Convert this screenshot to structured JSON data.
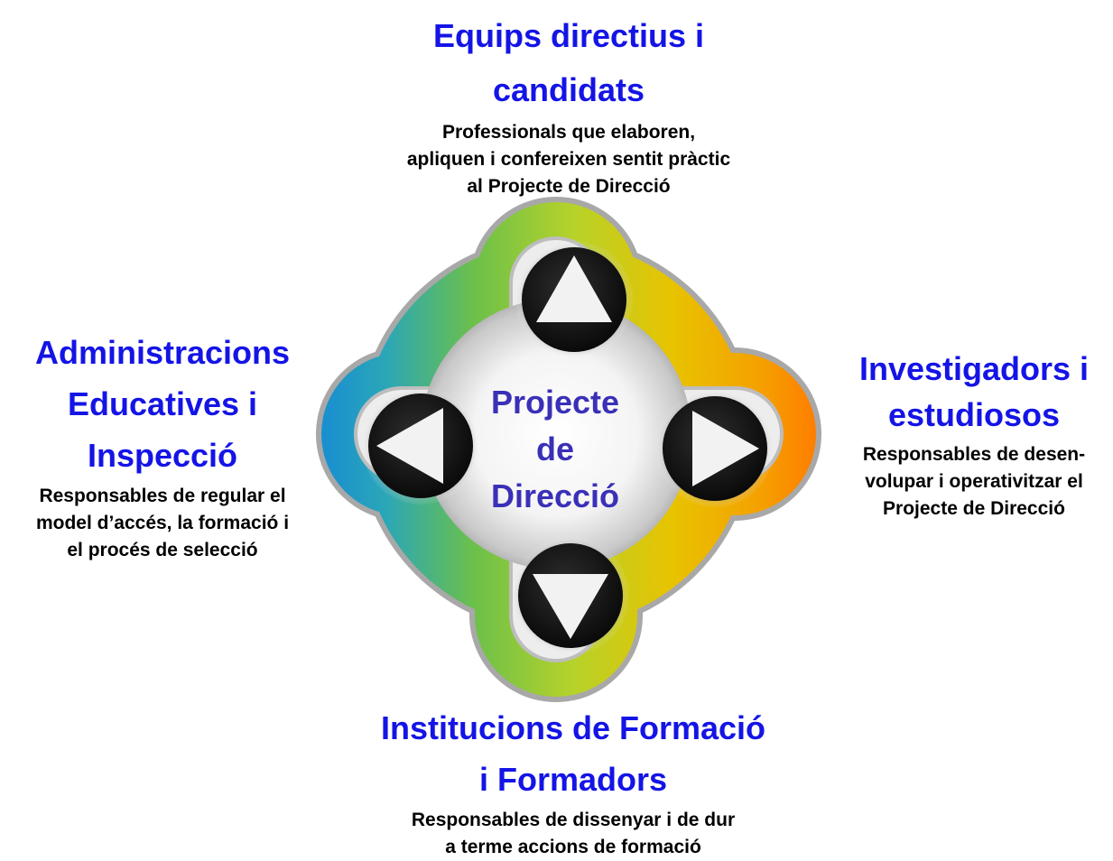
{
  "center": {
    "lines": [
      "Projecte",
      "de",
      "Direcció"
    ]
  },
  "top": {
    "heading": [
      "Equips directius i",
      "candidats"
    ],
    "description": [
      "Professionals que elaboren,",
      "apliquen i confereixen sentit pràctic",
      "al Projecte de Direcció"
    ]
  },
  "left": {
    "heading": [
      "Administracions",
      "Educatives i",
      "Inspecció"
    ],
    "description": [
      "Responsables de regular el",
      "model d’accés, la formació i",
      "el procés de selecció"
    ]
  },
  "right": {
    "heading": [
      "Investigadors i",
      "estudiosos"
    ],
    "description": [
      "Responsables de desen-",
      "volupar i operativitzar el",
      "Projecte de Direcció"
    ]
  },
  "bottom": {
    "heading": [
      "Institucions de Formació",
      "i Formadors"
    ],
    "description": [
      "Responsables de dissenyar i de dur",
      "a terme accions de formació"
    ]
  },
  "colors": {
    "heading": "#1414e6",
    "center_text": "#3a30b8",
    "ring_blue": "#1a8fd0",
    "ring_green": "#8cc63f",
    "ring_yellow": "#e8c300",
    "ring_orange": "#ff7a00",
    "button": "#121212",
    "arrow": "#f2f2f2"
  },
  "icons": {
    "up": "triangle-up-icon",
    "down": "triangle-down-icon",
    "left": "triangle-left-icon",
    "right": "triangle-right-icon"
  }
}
